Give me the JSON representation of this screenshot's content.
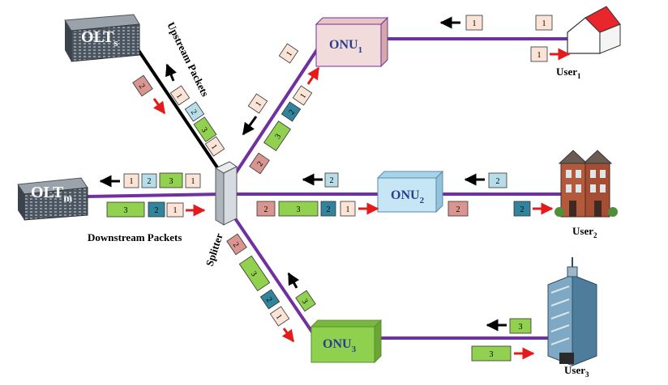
{
  "devices": {
    "olt_s": {
      "base": "OLT",
      "sub": "s"
    },
    "olt_m": {
      "base": "OLT",
      "sub": "m"
    },
    "splitter": "Splitter",
    "onu1": {
      "base": "ONU",
      "sub": "1"
    },
    "onu2": {
      "base": "ONU",
      "sub": "2"
    },
    "onu3": {
      "base": "ONU",
      "sub": "3"
    }
  },
  "users": {
    "user1": {
      "base": "User",
      "sub": "1"
    },
    "user2": {
      "base": "User",
      "sub": "2"
    },
    "user3": {
      "base": "User",
      "sub": "3"
    }
  },
  "labels": {
    "upstream": "Upstream Packets",
    "downstream": "Downstream Packets"
  },
  "packets": {
    "p1": "1",
    "p2": "2",
    "p3": "3"
  },
  "colors": {
    "link": "#7030a0",
    "olt_s_link": "#000000",
    "packet_1": "#fbe3d6",
    "packet_2": "#d9958f",
    "packet_3": "#92d050",
    "packet_2_up": "#31849b",
    "packet_2_light": "#b7dee8",
    "onu1_fill": "#f2dcdb",
    "onu2_fill": "#c6e6f5",
    "onu3_fill": "#8fd14f",
    "arrow_red": "#e31b1b",
    "arrow_black": "#000000"
  }
}
